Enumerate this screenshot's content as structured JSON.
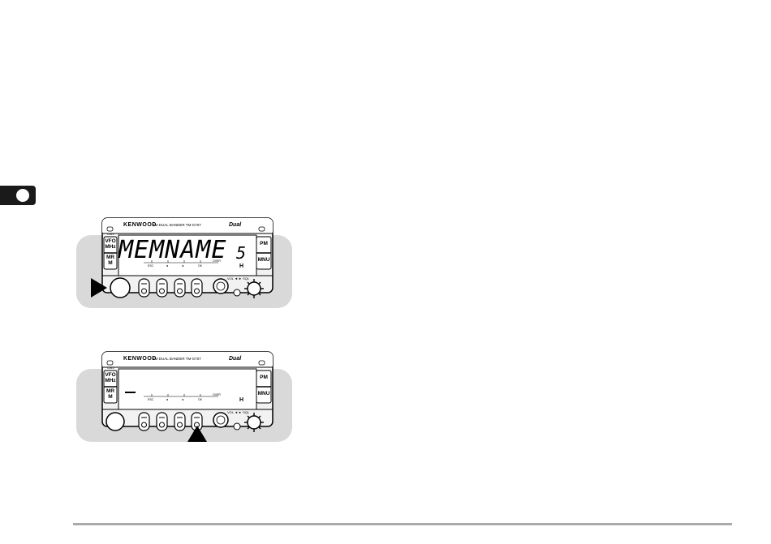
{
  "side_tab": {
    "icon": "circle-dot-icon"
  },
  "panel_1": {
    "brand": "KENWOOD",
    "model": "FM DUAL BANDER TM-G707",
    "dual_logo": "Dual",
    "call_label": "CALL",
    "lcd_main": "MEMNAME",
    "lcd_channel": "5",
    "lcd_power": "H",
    "scale_labels": [
      "ESC",
      "◄",
      "►",
      "OK",
      "OVER"
    ],
    "left_keys": [
      "VFO MHz",
      "MR M"
    ],
    "right_keys": [
      "PM",
      "MNU"
    ],
    "vol_sql_label": "VOL ◄ ► SQL",
    "arrow": "right"
  },
  "panel_2": {
    "brand": "KENWOOD",
    "model": "FM DUAL BANDER TM-G707",
    "dual_logo": "Dual",
    "call_label": "CALL",
    "lcd_power": "H",
    "scale_labels": [
      "ESC",
      "◄",
      "►",
      "OK",
      "OVER"
    ],
    "left_keys": [
      "VFO MHz",
      "MR M"
    ],
    "right_keys": [
      "PM",
      "MNU"
    ],
    "vol_sql_label": "VOL ◄ ► SQL",
    "arrow": "up"
  }
}
